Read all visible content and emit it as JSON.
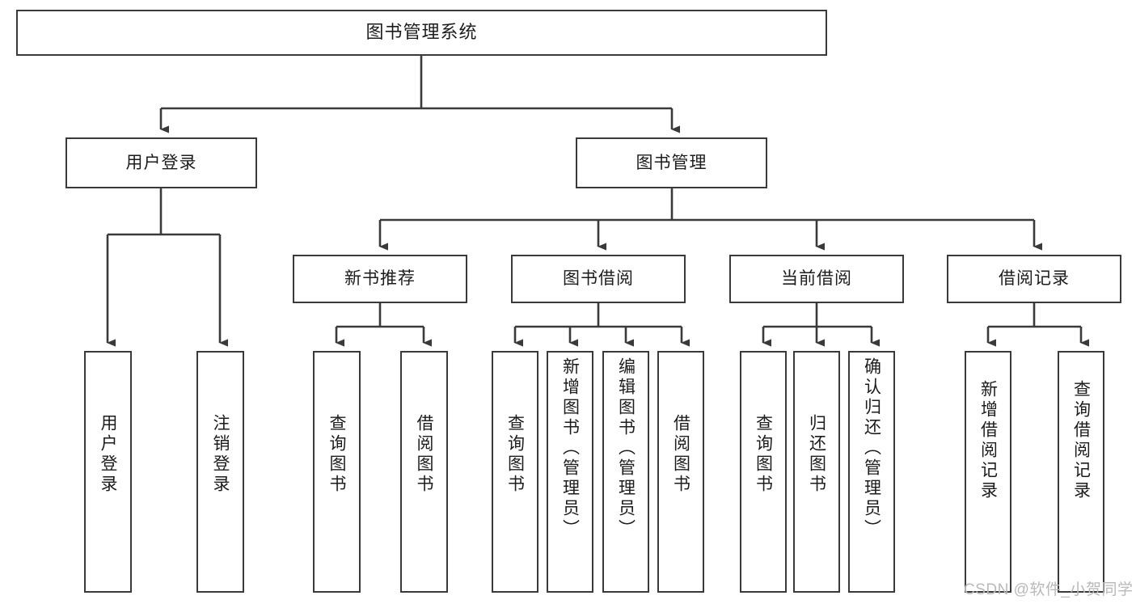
{
  "diagram": {
    "title_node": {
      "label": "图书管理系统"
    },
    "level1": [
      {
        "id": "user-login",
        "label": "用户登录"
      },
      {
        "id": "book-manage",
        "label": "图书管理"
      }
    ],
    "level2": [
      {
        "id": "new-book-recommend",
        "label": "新书推荐"
      },
      {
        "id": "book-borrow",
        "label": "图书借阅"
      },
      {
        "id": "current-borrow",
        "label": "当前借阅"
      },
      {
        "id": "borrow-record",
        "label": "借阅记录"
      }
    ],
    "leaves": {
      "user_login": [
        {
          "id": "leaf-user-login",
          "label": "用户登录"
        },
        {
          "id": "leaf-logout",
          "label": "注销登录"
        }
      ],
      "new_book_recommend": [
        {
          "id": "leaf-query-book-1",
          "label": "查询图书"
        },
        {
          "id": "leaf-borrow-book-1",
          "label": "借阅图书"
        }
      ],
      "book_borrow": [
        {
          "id": "leaf-query-book-2",
          "label": "查询图书"
        },
        {
          "id": "leaf-add-book-admin",
          "label": "新增图书（管理员）"
        },
        {
          "id": "leaf-edit-book-admin",
          "label": "编辑图书（管理员）"
        },
        {
          "id": "leaf-borrow-book-2",
          "label": "借阅图书"
        }
      ],
      "current_borrow": [
        {
          "id": "leaf-query-book-3",
          "label": "查询图书"
        },
        {
          "id": "leaf-return-book",
          "label": "归还图书"
        },
        {
          "id": "leaf-confirm-return-admin",
          "label": "确认归还（管理员）"
        }
      ],
      "borrow_record": [
        {
          "id": "leaf-add-borrow-record",
          "label": "新增借阅记录"
        },
        {
          "id": "leaf-query-borrow-record",
          "label": "查询借阅记录"
        }
      ]
    }
  },
  "watermark": {
    "text": "CSDN @软件_小贺同学"
  },
  "colors": {
    "stroke": "#3a3a3a",
    "fill": "#ffffff",
    "text": "#1c1c1c",
    "watermark": "#b9b9b9"
  }
}
